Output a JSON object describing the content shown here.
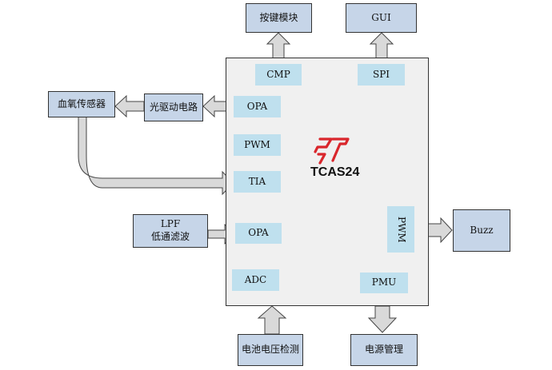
{
  "chip": {
    "brand": "TCAS24"
  },
  "external": {
    "keys": "按键模块",
    "gui": "GUI",
    "spo2_sensor": "血氧传感器",
    "led_driver": "光驱动电路",
    "lpf_line1": "LPF",
    "lpf_line2": "低通滤波",
    "buzz": "Buzz",
    "battery": "电池电压检测",
    "power": "电源管理"
  },
  "blocks": {
    "cmp": "CMP",
    "spi": "SPI",
    "opa_top": "OPA",
    "pwm_left": "PWM",
    "tia": "TIA",
    "opa_bottom": "OPA",
    "adc": "ADC",
    "pwm_right": "PWM",
    "pmu": "PMU"
  },
  "colors": {
    "external_fill": "#c6d5e8",
    "block_fill": "#bfe0ee",
    "chip_fill": "#f0f0f0",
    "arrow_fill": "#d9d9d9",
    "logo": "#d9262c"
  }
}
